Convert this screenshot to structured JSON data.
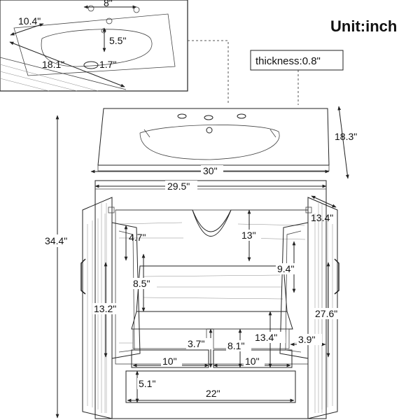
{
  "unit_label": "Unit:inch",
  "thickness_label": "thickness:0.8\"",
  "dimensions": {
    "inset_top_width": "8\"",
    "inset_depth": "10.4\"",
    "inset_drain_depth": "5.5\"",
    "inset_length": "18.1\"",
    "inset_drain_diameter": "1.7\"",
    "top_depth": "18.3\"",
    "top_width": "30\"",
    "cabinet_width": "29.5\"",
    "total_height": "34.4\"",
    "sink_cutout_height": "13\"",
    "door_depth_right": "13.4\"",
    "door_shelf_gap": "4.7\"",
    "door_shelf_height_left": "8.5\"",
    "door_shelf_height_right": "9.4\"",
    "door_height_left": "13.2\"",
    "door_height_right": "27.6\"",
    "drawer_height": "3.7\"",
    "drawer_depth": "8.1\"",
    "inner_depth": "13.4\"",
    "side_gap": "3.9\"",
    "drawer_left_width": "10\"",
    "drawer_right_width": "10\"",
    "bottom_drawer_height": "5.1\"",
    "bottom_drawer_width": "22\""
  }
}
